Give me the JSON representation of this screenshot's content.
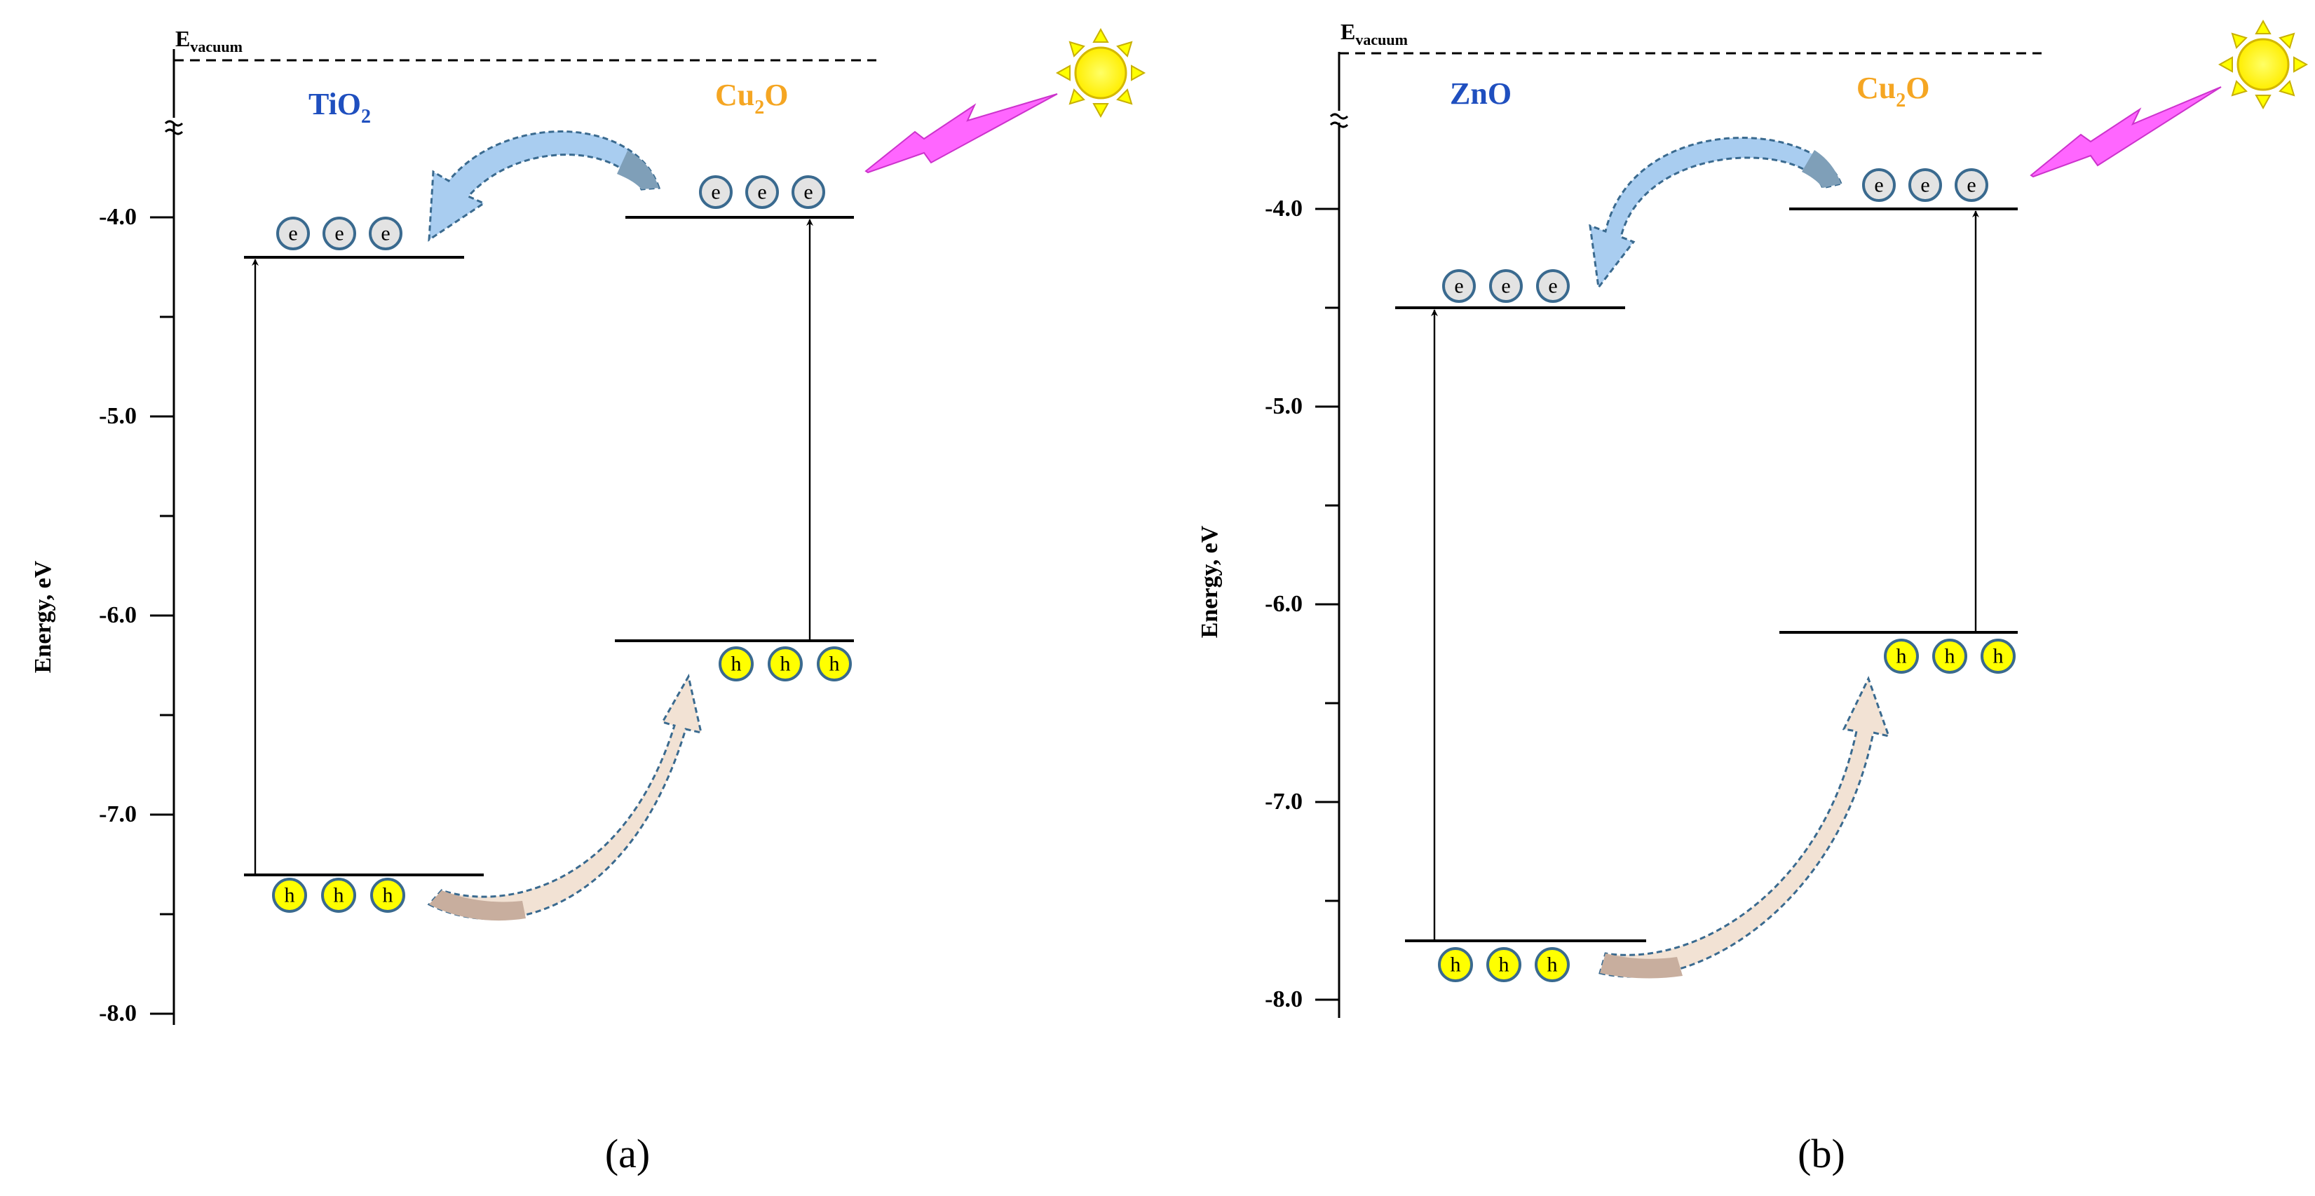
{
  "axis": {
    "title": "Energy, eV",
    "ticks": [
      "-4.0",
      "-5.0",
      "-6.0",
      "-7.0",
      "-8.0"
    ]
  },
  "vacuum": {
    "main": "E",
    "sub": "vacuum"
  },
  "carriers": {
    "electron": "e",
    "hole": "h"
  },
  "colors": {
    "blue_material": "#1f4fbf",
    "cu2o": "#f5a623",
    "electron_fill": "#e3e3e3",
    "hole_fill": "#ffff00",
    "electron_transfer_arrow": "#a9cdf0",
    "hole_transfer_arrow": "#d9c2b4",
    "lightning": "#ff66ff",
    "sun": "#ffff00"
  },
  "panels": [
    {
      "label": "(a)",
      "left_material": {
        "base": "TiO",
        "sub": "2",
        "cb": -4.2,
        "vb": -7.4
      },
      "right_material": {
        "pre": "Cu",
        "sub": "2",
        "post": "O",
        "cb": -4.0,
        "vb": -6.2
      }
    },
    {
      "label": "(b)",
      "left_material": {
        "base": "ZnO",
        "cb": -4.5,
        "vb": -7.75
      },
      "right_material": {
        "pre": "Cu",
        "sub": "2",
        "post": "O",
        "cb": -4.0,
        "vb": -6.2
      }
    }
  ]
}
